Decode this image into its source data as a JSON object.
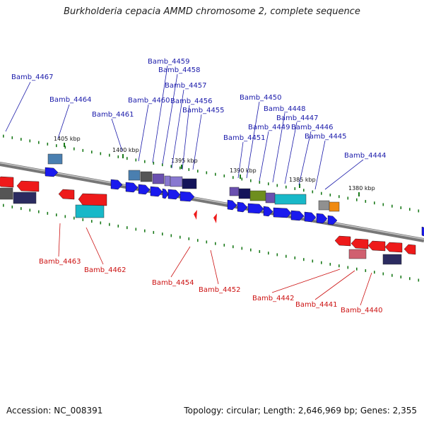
{
  "title": "Burkholderia cepacia AMMD chromosome 2, complete sequence",
  "footer": {
    "accession": "Accession: NC_008391",
    "topology": "Topology: circular; Length: 2,646,969 bp; Genes: 2,355"
  },
  "colors": {
    "forward_label": "#1a1aaa",
    "reverse_label": "#cc1111",
    "forward_gene": "#1a1aee",
    "reverse_gene": "#ee1a1a",
    "backbone": "#888888",
    "tick": "#1a7a1a"
  },
  "scale_ticks": [
    {
      "label": "1405 kbp",
      "kbp": 1405
    },
    {
      "label": "1400 kbp",
      "kbp": 1400
    },
    {
      "label": "1395 kbp",
      "kbp": 1395
    },
    {
      "label": "1390 kbp",
      "kbp": 1390
    },
    {
      "label": "1385 kbp",
      "kbp": 1385
    },
    {
      "label": "1380 kbp",
      "kbp": 1380
    }
  ],
  "forward_labels": [
    {
      "id": "Bamb_4467"
    },
    {
      "id": "Bamb_4464"
    },
    {
      "id": "Bamb_4461"
    },
    {
      "id": "Bamb_4460"
    },
    {
      "id": "Bamb_4459"
    },
    {
      "id": "Bamb_4458"
    },
    {
      "id": "Bamb_4457"
    },
    {
      "id": "Bamb_4456"
    },
    {
      "id": "Bamb_4455"
    },
    {
      "id": "Bamb_4450"
    },
    {
      "id": "Bamb_4451"
    },
    {
      "id": "Bamb_4449"
    },
    {
      "id": "Bamb_4448"
    },
    {
      "id": "Bamb_4447"
    },
    {
      "id": "Bamb_4446"
    },
    {
      "id": "Bamb_4445"
    },
    {
      "id": "Bamb_4444"
    }
  ],
  "reverse_labels": [
    {
      "id": "Bamb_4463"
    },
    {
      "id": "Bamb_4462"
    },
    {
      "id": "Bamb_4454"
    },
    {
      "id": "Bamb_4452"
    },
    {
      "id": "Bamb_4442"
    },
    {
      "id": "Bamb_4441"
    },
    {
      "id": "Bamb_4440"
    }
  ],
  "cog_colors": [
    "#4a7fb0",
    "#555555",
    "#6a50b0",
    "#8878d0",
    "#13135a",
    "#6e8e1e",
    "#18b8c8",
    "#909090",
    "#f08a10",
    "#d06070",
    "#2b2b60"
  ]
}
